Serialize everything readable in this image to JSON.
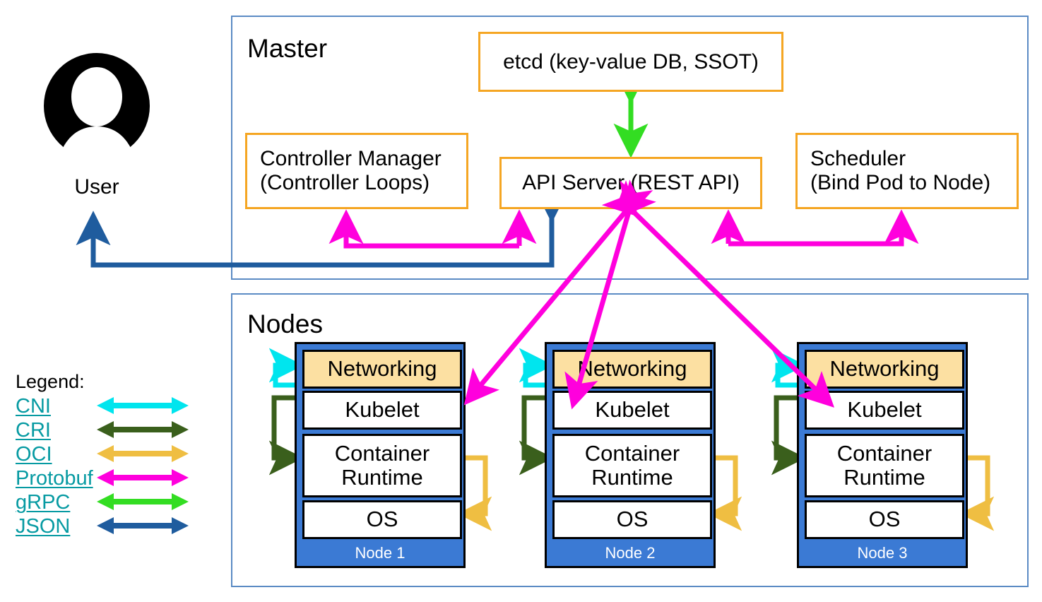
{
  "diagram": {
    "title_master": "Master",
    "title_nodes": "Nodes",
    "user_label": "User",
    "user_icon": "user-avatar-icon"
  },
  "master": {
    "label": "Master",
    "components": [
      {
        "id": "etcd",
        "text": "etcd (key-value DB, SSOT)"
      },
      {
        "id": "controller-manager",
        "line1": "Controller Manager",
        "line2": "(Controller Loops)"
      },
      {
        "id": "api-server",
        "text": "API Server (REST API)"
      },
      {
        "id": "scheduler",
        "line1": "Scheduler",
        "line2": "(Bind Pod to Node)"
      }
    ]
  },
  "nodes": {
    "label": "Nodes",
    "rows": [
      "Networking",
      "Kubelet",
      "Container Runtime",
      "OS"
    ],
    "items": [
      {
        "name": "Node 1",
        "networking": "Networking",
        "kubelet": "Kubelet",
        "runtime_l1": "Container",
        "runtime_l2": "Runtime",
        "os": "OS"
      },
      {
        "name": "Node 2",
        "networking": "Networking",
        "kubelet": "Kubelet",
        "runtime_l1": "Container",
        "runtime_l2": "Runtime",
        "os": "OS"
      },
      {
        "name": "Node 3",
        "networking": "Networking",
        "kubelet": "Kubelet",
        "runtime_l1": "Container",
        "runtime_l2": "Runtime",
        "os": "OS"
      }
    ]
  },
  "legend": {
    "title": "Legend:",
    "entries": [
      {
        "label": "CNI",
        "color": "#00E5EE"
      },
      {
        "label": "CRI",
        "color": "#3A5F1C"
      },
      {
        "label": "OCI",
        "color": "#EFBE42"
      },
      {
        "label": "Protobuf",
        "color": "#FF00DD"
      },
      {
        "label": "gRPC",
        "color": "#33DD22"
      },
      {
        "label": "JSON",
        "color": "#1F5C9E"
      }
    ]
  },
  "colors": {
    "frame_border": "#5b8bc4",
    "component_border": "#f5a623",
    "node_fill": "#3b7ad4",
    "networking_fill": "#fce0a2",
    "cni": "#00E5EE",
    "cri": "#3A5F1C",
    "oci": "#EFBE42",
    "protobuf": "#FF00DD",
    "grpc": "#33DD22",
    "json": "#1F5C9E",
    "legend_link": "#069AA2"
  },
  "connections": [
    {
      "from": "etcd",
      "to": "api-server",
      "protocol": "gRPC",
      "color": "#33DD22",
      "bidirectional": true
    },
    {
      "from": "api-server",
      "to": "controller-manager",
      "protocol": "Protobuf",
      "color": "#FF00DD"
    },
    {
      "from": "api-server",
      "to": "scheduler",
      "protocol": "Protobuf",
      "color": "#FF00DD"
    },
    {
      "from": "api-server",
      "to": "user",
      "protocol": "JSON",
      "color": "#1F5C9E"
    },
    {
      "from": "node-1-kubelet",
      "to": "api-server",
      "protocol": "Protobuf",
      "color": "#FF00DD"
    },
    {
      "from": "node-2-kubelet",
      "to": "api-server",
      "protocol": "Protobuf",
      "color": "#FF00DD"
    },
    {
      "from": "node-3-kubelet",
      "to": "api-server",
      "protocol": "Protobuf",
      "color": "#FF00DD"
    },
    {
      "from": "kubelet",
      "to": "networking",
      "protocol": "CNI",
      "color": "#00E5EE"
    },
    {
      "from": "kubelet",
      "to": "container-runtime",
      "protocol": "CRI",
      "color": "#3A5F1C"
    },
    {
      "from": "container-runtime",
      "to": "os",
      "protocol": "OCI",
      "color": "#EFBE42"
    }
  ]
}
